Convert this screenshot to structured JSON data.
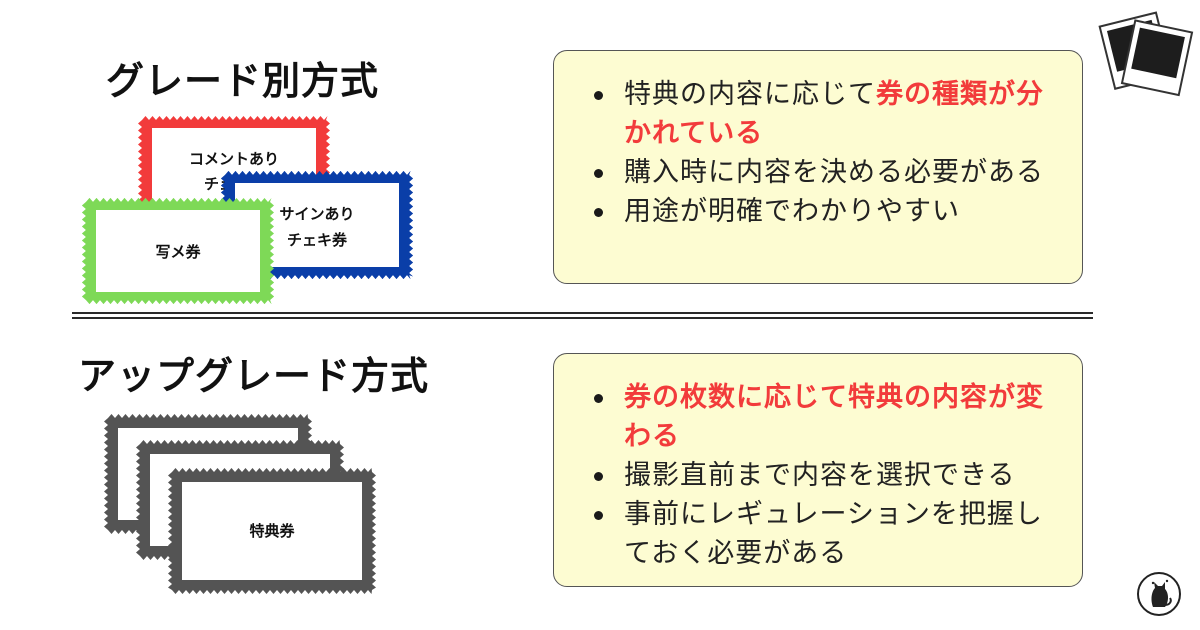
{
  "sections": [
    {
      "title": "グレード別方式",
      "tickets": [
        {
          "lines": [
            "コメントあり",
            "チェキ券"
          ],
          "color": "#f23b3b"
        },
        {
          "lines": [
            "サインあり",
            "チェキ券"
          ],
          "color": "#0a3ea8"
        },
        {
          "lines": [
            "写メ券"
          ],
          "color": "#7ed957"
        }
      ],
      "bullets": [
        {
          "parts": [
            {
              "text": "特典の内容に応じて",
              "em": false
            },
            {
              "text": "券の種類が分かれている",
              "em": true
            }
          ]
        },
        {
          "parts": [
            {
              "text": "購入時に内容を決める必要がある",
              "em": false
            }
          ]
        },
        {
          "parts": [
            {
              "text": "用途が明確でわかりやすい",
              "em": false
            }
          ]
        }
      ]
    },
    {
      "title": "アップグレード方式",
      "tickets": [
        {
          "lines": [
            "特典券"
          ],
          "color": "#545454"
        }
      ],
      "bullets": [
        {
          "parts": [
            {
              "text": "券の枚数に応じて特典の内容が変わる",
              "em": true
            }
          ]
        },
        {
          "parts": [
            {
              "text": "撮影直前まで内容を選択できる",
              "em": false
            }
          ]
        },
        {
          "parts": [
            {
              "text": "事前にレギュレーションを把握しておく必要がある",
              "em": false
            }
          ]
        }
      ]
    }
  ],
  "colors": {
    "box_fill": "#fdfcd2",
    "emphasis": "#f23b3b"
  },
  "icons": [
    "polaroid-photos-icon",
    "cat-logo-icon"
  ]
}
